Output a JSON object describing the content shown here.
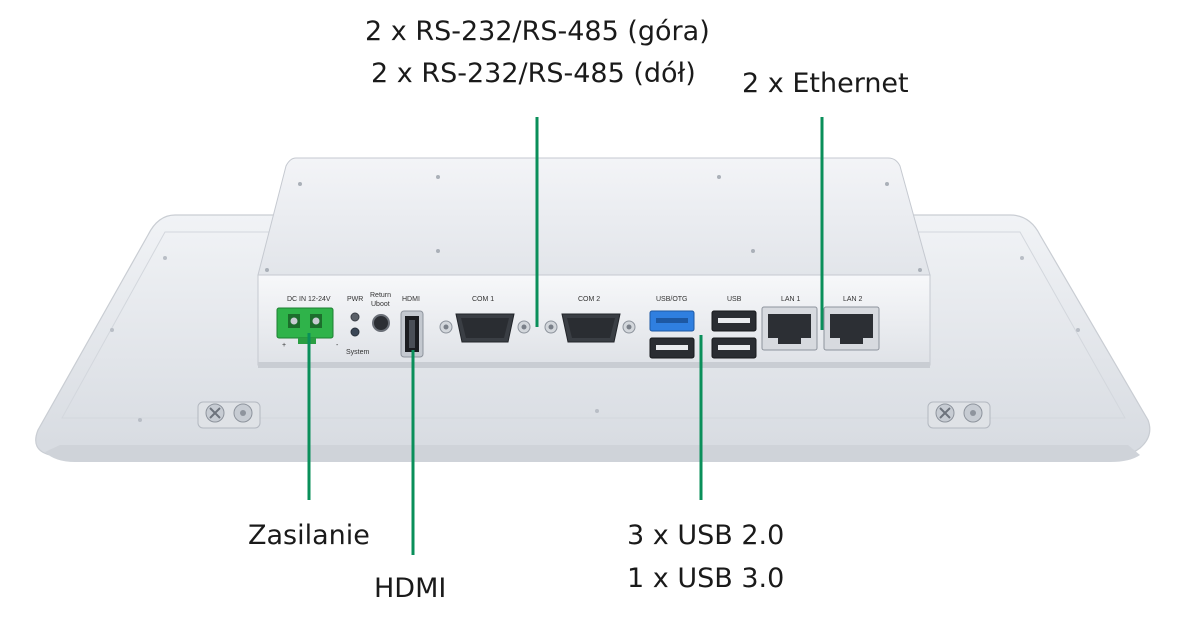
{
  "callouts": {
    "serial_top": "2 x RS-232/RS-485 (góra)",
    "serial_bottom": "2 x RS-232/RS-485 (dół)",
    "ethernet": "2 x Ethernet",
    "power": "Zasilanie",
    "hdmi": "HDMI",
    "usb2": "3 x USB 2.0",
    "usb3": "1 x USB 3.0"
  },
  "port_labels": {
    "dc_in": "DC IN 12-24V",
    "plus": "+",
    "minus": "-",
    "pwr": "PWR",
    "system": "System",
    "return": "Return",
    "uboot": "Uboot",
    "hdmi": "HDMI",
    "com1": "COM 1",
    "com2": "COM 2",
    "usb_otg": "USB/OTG",
    "usb": "USB",
    "lan1": "LAN 1",
    "lan2": "LAN 2"
  },
  "colors": {
    "leader_line": "#0a8f5a",
    "terminal_block": "#2fb34a",
    "usb3_port": "#2f7fe0",
    "chassis": "#e4e7ec"
  }
}
